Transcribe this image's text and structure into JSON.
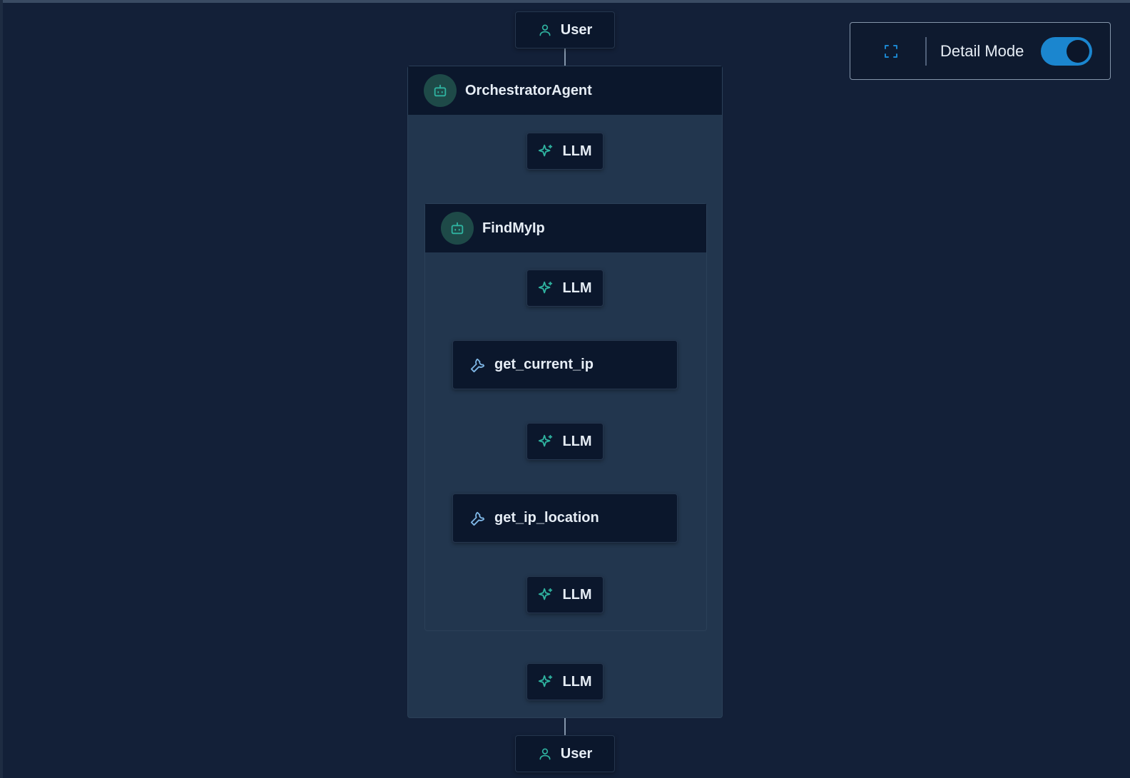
{
  "colors": {
    "background": "#132038",
    "node": "#0b172c",
    "container": "#22364e",
    "accent_teal": "#2fb3a0",
    "toggle_on": "#1b86cf"
  },
  "controls": {
    "fit_icon": "fit-view-icon",
    "detail_mode_label": "Detail Mode",
    "detail_mode_on": true
  },
  "flow": {
    "user_start": {
      "label": "User",
      "icon": "user-icon"
    },
    "orchestrator": {
      "name": "OrchestratorAgent",
      "icon": "bot-icon",
      "llm_first": "LLM",
      "llm_last": "LLM"
    },
    "find_my_ip": {
      "name": "FindMyIp",
      "icon": "bot-icon",
      "llm_1": "LLM",
      "tool_1": "get_current_ip",
      "llm_2": "LLM",
      "tool_2": "get_ip_location",
      "llm_3": "LLM"
    },
    "user_end": {
      "label": "User",
      "icon": "user-icon"
    }
  }
}
